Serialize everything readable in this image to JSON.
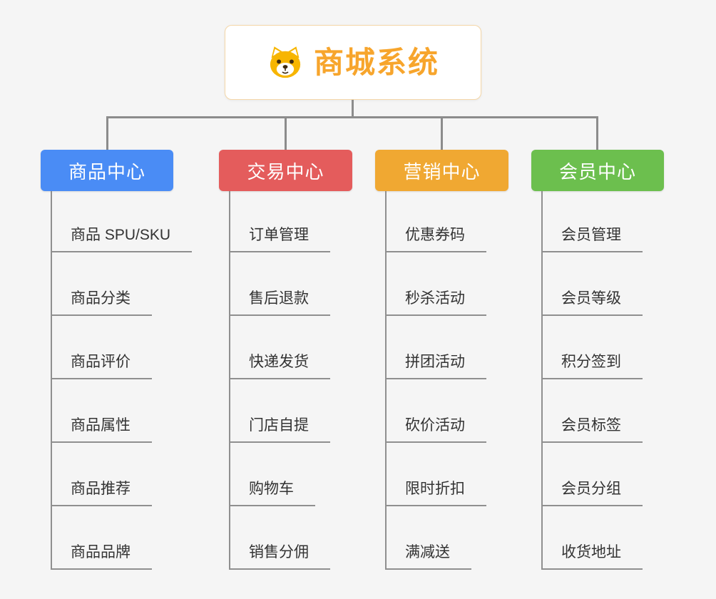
{
  "root": {
    "title": "商城系统",
    "accent": "#f7a52c",
    "border_color": "#f5d7a8",
    "icon": "dog-icon"
  },
  "connector_color": "#8c8c8c",
  "branches": [
    {
      "label": "商品中心",
      "color": "#4a8cf5",
      "children": [
        "商品 SPU/SKU",
        "商品分类",
        "商品评价",
        "商品属性",
        "商品推荐",
        "商品品牌"
      ]
    },
    {
      "label": "交易中心",
      "color": "#e45c5c",
      "children": [
        "订单管理",
        "售后退款",
        "快递发货",
        "门店自提",
        "购物车",
        "销售分佣"
      ]
    },
    {
      "label": "营销中心",
      "color": "#f0a832",
      "children": [
        "优惠券码",
        "秒杀活动",
        "拼团活动",
        "砍价活动",
        "限时折扣",
        "满减送"
      ]
    },
    {
      "label": "会员中心",
      "color": "#6cbf4e",
      "children": [
        "会员管理",
        "会员等级",
        "积分签到",
        "会员标签",
        "会员分组",
        "收货地址"
      ]
    }
  ]
}
